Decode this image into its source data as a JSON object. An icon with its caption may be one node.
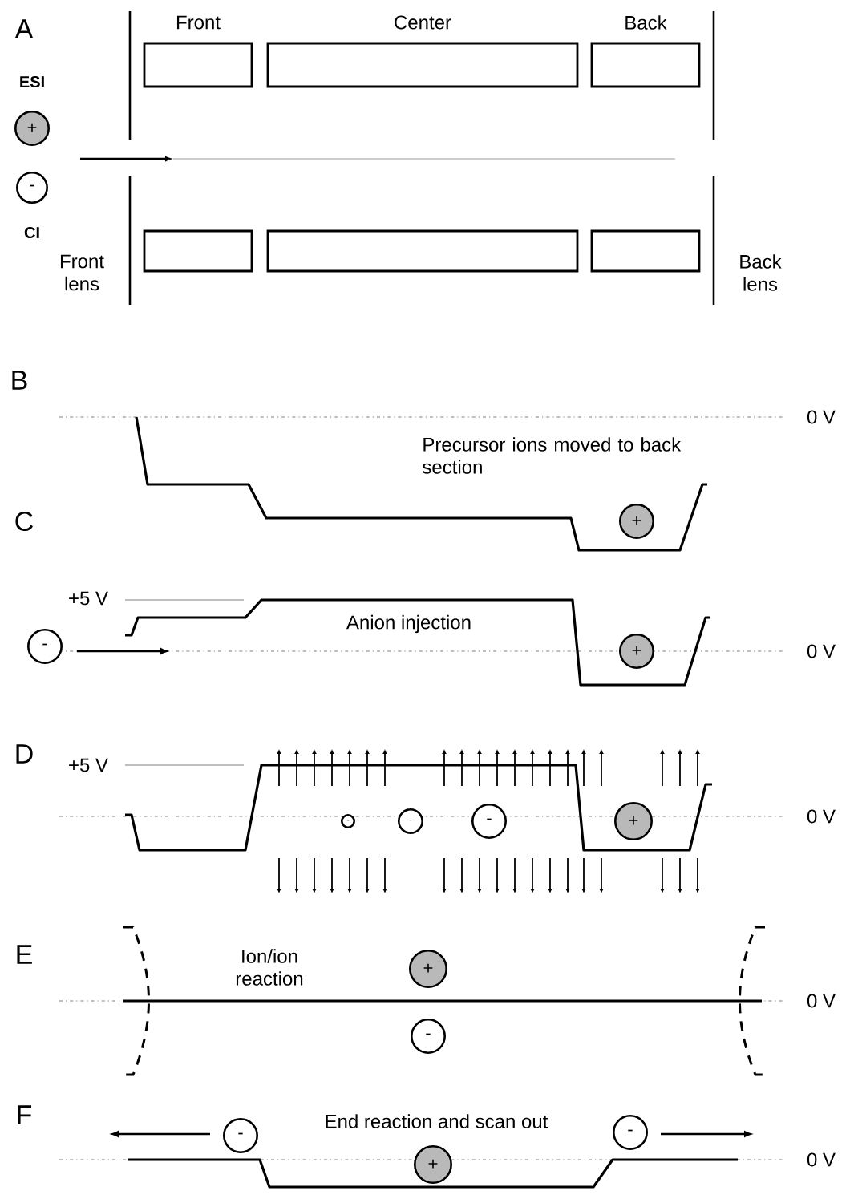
{
  "diagram": {
    "nodes": [
      {
        "text": [
          "Front"
        ]
      },
      {
        "text": [
          "Center"
        ]
      },
      {
        "text": [
          "Back"
        ]
      },
      {
        "text": [
          "+"
        ]
      },
      {
        "text": [
          "-"
        ]
      },
      {
        "text": [],
        "shape": "box"
      },
      {
        "text": [],
        "shape": "box"
      },
      {
        "text": [],
        "shape": "box"
      },
      {
        "text": [
          "+"
        ]
      },
      {
        "text": [
          "-"
        ]
      },
      {
        "text": [
          "+"
        ]
      },
      {
        "text": [
          "-"
        ]
      },
      {
        "text": [
          "-"
        ]
      },
      {
        "text": [
          "-"
        ]
      },
      {
        "text": [
          "+"
        ]
      },
      {
        "text": [
          "+"
        ]
      },
      {
        "text": [
          "-"
        ]
      },
      {
        "text": [
          "-"
        ]
      },
      {
        "text": [
          "+"
        ]
      },
      {
        "text": [
          "-"
        ]
      }
    ],
    "labels": [
      "A",
      "ESI",
      "CI",
      "Front lens",
      "Back lens",
      "B",
      "0 V",
      "Precursor ions moved to back section",
      "C",
      "+5 V",
      "Anion injection",
      "0 V",
      "D",
      "+5 V",
      "0 V",
      "E",
      "Ion/ion reaction",
      "0 V",
      "F",
      "End reaction and scan out",
      "0 V"
    ]
  }
}
